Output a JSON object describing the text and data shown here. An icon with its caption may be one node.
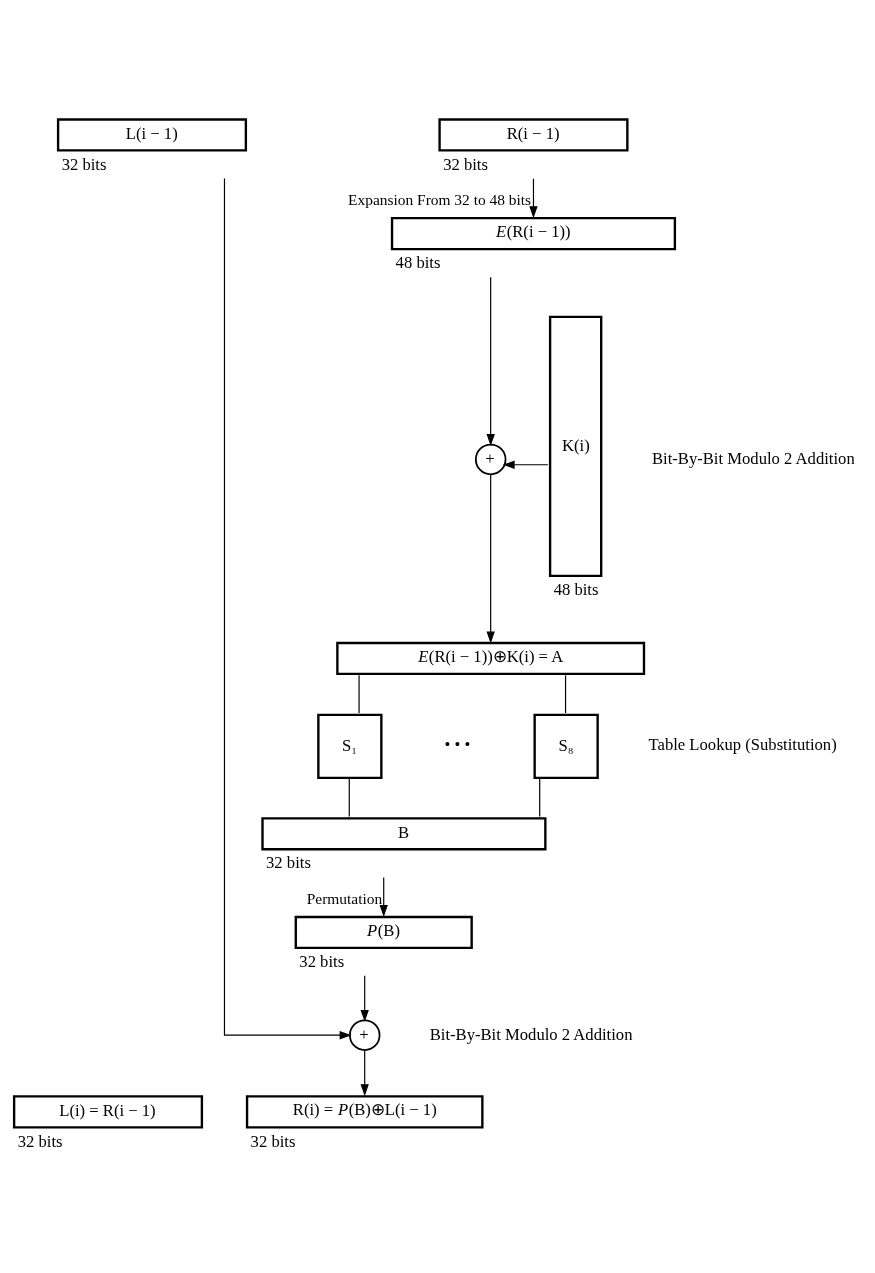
{
  "diagram": {
    "nodes": [
      {
        "text": [
          "L(i − 1)"
        ],
        "beside": [
          "32 bits"
        ]
      },
      {
        "text": [
          "R(i − 1)"
        ],
        "beside": [
          "32 bits"
        ]
      },
      {
        "text": [
          "*E*(R(i − 1))"
        ],
        "beside": [
          "48 bits"
        ]
      },
      {
        "text": [
          "+"
        ]
      },
      {
        "text": [
          "K(i)"
        ],
        "beside": [
          "48 bits"
        ]
      },
      {
        "text": [
          "*E*(R(i − 1))⊕K(i) = A"
        ]
      },
      {
        "text": [
          "S₁"
        ]
      },
      {
        "text": [
          "S₈"
        ]
      },
      {
        "text": [
          "B"
        ],
        "beside": [
          "32 bits"
        ]
      },
      {
        "text": [
          "*P*(B)"
        ],
        "beside": [
          "32 bits"
        ]
      },
      {
        "text": [
          "+"
        ]
      },
      {
        "text": [
          "L(i) = R(i − 1)"
        ],
        "beside": [
          "32 bits"
        ]
      },
      {
        "text": [
          "R(i) = *P*(B)⊕L(i − 1)"
        ],
        "beside": [
          "32 bits"
        ]
      }
    ],
    "edges": [
      {
        "from": 0,
        "to": 10,
        "arrow": "to"
      },
      {
        "from": 1,
        "to": 2,
        "arrow": "to",
        "label": "Expansion From 32 to 48 bits"
      },
      {
        "from": 2,
        "to": 3,
        "arrow": "to"
      },
      {
        "from": 4,
        "to": 3,
        "arrow": "to"
      },
      {
        "from": 3,
        "to": 5,
        "arrow": "to"
      },
      {
        "from": 5,
        "to": 6,
        "arrow": "none"
      },
      {
        "from": 5,
        "to": 7,
        "arrow": "none"
      },
      {
        "from": 6,
        "to": 8,
        "arrow": "none"
      },
      {
        "from": 7,
        "to": 8,
        "arrow": "none"
      },
      {
        "from": 8,
        "to": 9,
        "arrow": "to",
        "label": "Permutation"
      },
      {
        "from": 9,
        "to": 10,
        "arrow": "to"
      },
      {
        "from": 10,
        "to": 12,
        "arrow": "to"
      }
    ],
    "labels": [
      "Bit-By-Bit Modulo 2 Addition",
      "• • •",
      "Table Lookup (Substitution)",
      "Bit-By-Bit Modulo 2 Addition"
    ]
  }
}
